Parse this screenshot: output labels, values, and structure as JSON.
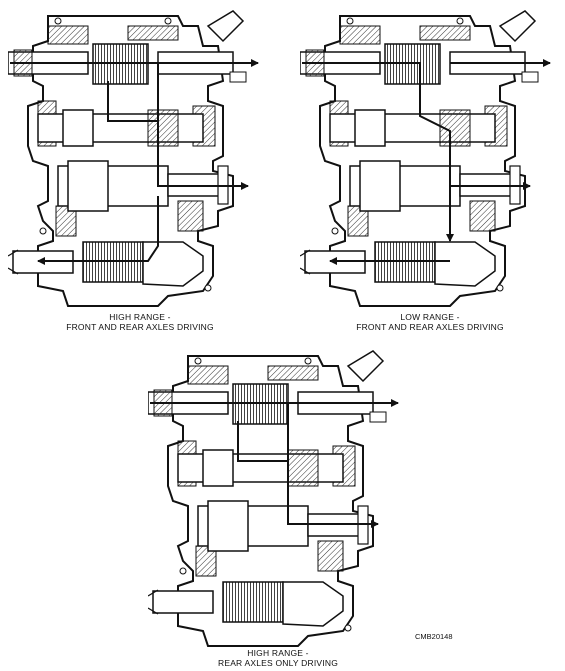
{
  "panels": [
    {
      "id": "high-range-front-rear",
      "line1": "HIGH RANGE -",
      "line2": "FRONT AND REAR AXLES DRIVING"
    },
    {
      "id": "low-range-front-rear",
      "line1": "LOW RANGE -",
      "line2": "FRONT AND REAR AXLES DRIVING"
    },
    {
      "id": "high-range-rear-only",
      "line1": "HIGH RANGE -",
      "line2": "REAR AXLES ONLY DRIVING"
    }
  ],
  "figure_id": "CMB20148",
  "colors": {
    "ink": "#111111",
    "paper": "#ffffff",
    "hatch": "#555555"
  }
}
